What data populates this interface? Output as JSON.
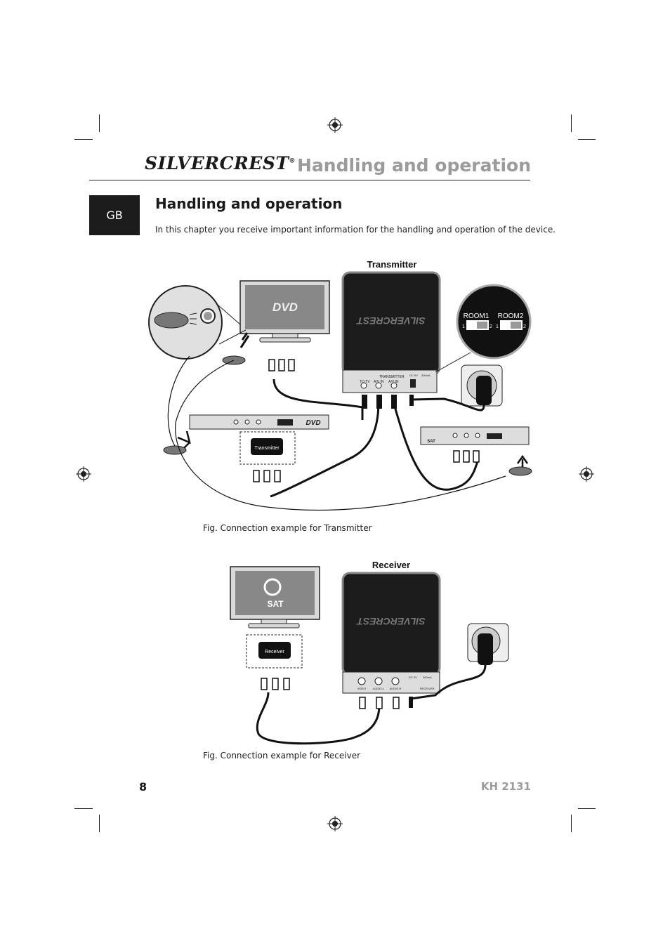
{
  "header": {
    "brand": "SILVERCREST",
    "brand_mark": "®",
    "title": "Handling and operation"
  },
  "language_tab": "GB",
  "section": {
    "title": "Handling and operation",
    "intro": "In this chapter you receive important information for the handling and operation of the device."
  },
  "figure_transmitter": {
    "heading": "Transmitter",
    "caption": "Fig. Connection example for Transmitter",
    "dip_labels": [
      "ROOM1",
      "ROOM2"
    ],
    "dip_positions": [
      "1",
      "2",
      "1",
      "2"
    ],
    "tv_logo": "DVD",
    "device_logo": "SILVERCREST",
    "panel_labels": [
      "TRANSMITTER",
      "TO TV",
      "A/V IN",
      "A/V IN",
      "DC 9V",
      "300mA"
    ],
    "dvd_player_logo": "DVD",
    "sat_logo": "SAT",
    "dongle_label": "Transmitter"
  },
  "figure_receiver": {
    "heading": "Receiver",
    "caption": "Fig. Connection example for Receiver",
    "tv_logo": "SAT",
    "device_logo": "SILVERCREST",
    "panel_labels": [
      "VIDEO",
      "AUDIO-L",
      "AUDIO-R",
      "DC 9V",
      "300mA",
      "RECEIVER"
    ],
    "dongle_label": "Receiver"
  },
  "footer": {
    "page_number": "8",
    "model": "KH 2131"
  }
}
